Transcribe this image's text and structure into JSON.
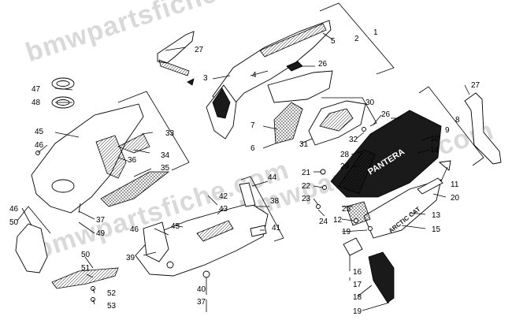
{
  "watermark": {
    "text": "bmwpartsfiche.com"
  },
  "decals": {
    "hood": "PANTERA",
    "side": "ARCTIC CAT"
  },
  "labels": [
    {
      "id": "1",
      "t": "1"
    },
    {
      "id": "2",
      "t": "2"
    },
    {
      "id": "3",
      "t": "3"
    },
    {
      "id": "4",
      "t": "4"
    },
    {
      "id": "5",
      "t": "5"
    },
    {
      "id": "6",
      "t": "6"
    },
    {
      "id": "7",
      "t": "7"
    },
    {
      "id": "8",
      "t": "8"
    },
    {
      "id": "9",
      "t": "9"
    },
    {
      "id": "10",
      "t": "10"
    },
    {
      "id": "11",
      "t": "11"
    },
    {
      "id": "12",
      "t": "12"
    },
    {
      "id": "13",
      "t": "13"
    },
    {
      "id": "14",
      "t": "14"
    },
    {
      "id": "15",
      "t": "15"
    },
    {
      "id": "16",
      "t": "16"
    },
    {
      "id": "17",
      "t": "17"
    },
    {
      "id": "18",
      "t": "18"
    },
    {
      "id": "19a",
      "t": "19"
    },
    {
      "id": "19b",
      "t": "19"
    },
    {
      "id": "20",
      "t": "20"
    },
    {
      "id": "21",
      "t": "21"
    },
    {
      "id": "22",
      "t": "22"
    },
    {
      "id": "23",
      "t": "23"
    },
    {
      "id": "24",
      "t": "24"
    },
    {
      "id": "25",
      "t": "25"
    },
    {
      "id": "26a",
      "t": "26"
    },
    {
      "id": "26b",
      "t": "26"
    },
    {
      "id": "27a",
      "t": "27"
    },
    {
      "id": "27b",
      "t": "27"
    },
    {
      "id": "28",
      "t": "28"
    },
    {
      "id": "29",
      "t": "29"
    },
    {
      "id": "30",
      "t": "30"
    },
    {
      "id": "31",
      "t": "31"
    },
    {
      "id": "32",
      "t": "32"
    },
    {
      "id": "33",
      "t": "33"
    },
    {
      "id": "34",
      "t": "34"
    },
    {
      "id": "35",
      "t": "35"
    },
    {
      "id": "36",
      "t": "36"
    },
    {
      "id": "37a",
      "t": "37"
    },
    {
      "id": "37b",
      "t": "37"
    },
    {
      "id": "38",
      "t": "38"
    },
    {
      "id": "39",
      "t": "39"
    },
    {
      "id": "40",
      "t": "40"
    },
    {
      "id": "41",
      "t": "41"
    },
    {
      "id": "42",
      "t": "42"
    },
    {
      "id": "43",
      "t": "43"
    },
    {
      "id": "44",
      "t": "44"
    },
    {
      "id": "45a",
      "t": "45"
    },
    {
      "id": "45b",
      "t": "45"
    },
    {
      "id": "46a",
      "t": "46"
    },
    {
      "id": "46b",
      "t": "46"
    },
    {
      "id": "46c",
      "t": "46"
    },
    {
      "id": "47",
      "t": "47"
    },
    {
      "id": "48",
      "t": "48"
    },
    {
      "id": "49",
      "t": "49"
    },
    {
      "id": "50a",
      "t": "50"
    },
    {
      "id": "50b",
      "t": "50"
    },
    {
      "id": "51",
      "t": "51"
    },
    {
      "id": "52",
      "t": "52"
    },
    {
      "id": "53",
      "t": "53"
    }
  ]
}
